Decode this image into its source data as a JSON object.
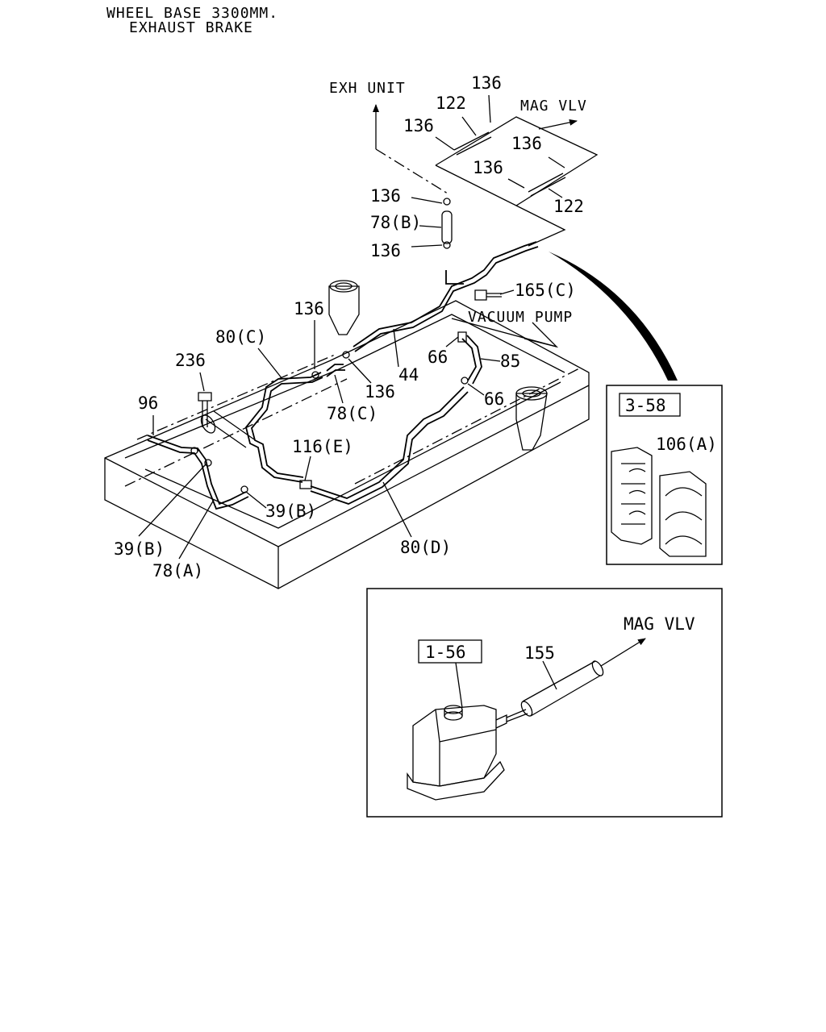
{
  "header": {
    "line1": "WHEEL BASE 3300MM.",
    "line2": "EXHAUST BRAKE"
  },
  "directions": {
    "exh_unit": "EXH UNIT",
    "mag_vlv_top": "MAG VLV",
    "vacuum_pump": "VACUUM PUMP",
    "mag_vlv_inset": "MAG VLV"
  },
  "callouts": {
    "c136_top": "136",
    "c122_top": "122",
    "c136_left_top": "136",
    "c136_right": "136",
    "c136_mid": "136",
    "c122_bottom": "122",
    "c136_a": "136",
    "c78b": "78(B)",
    "c136_b": "136",
    "c165c": "165(C)",
    "c136_c": "136",
    "c80c": "80(C)",
    "c236": "236",
    "c44": "44",
    "c66_a": "66",
    "c85": "85",
    "c136_d": "136",
    "c78c": "78(C)",
    "c66_b": "66",
    "c96": "96",
    "c116e": "116(E)",
    "c39b_right": "39(B)",
    "c39b_left": "39(B)",
    "c78a": "78(A)",
    "c80d": "80(D)",
    "c106a": "106(A)",
    "c155": "155"
  },
  "references": {
    "ref_clip": "3-58",
    "ref_valve": "1-56"
  }
}
